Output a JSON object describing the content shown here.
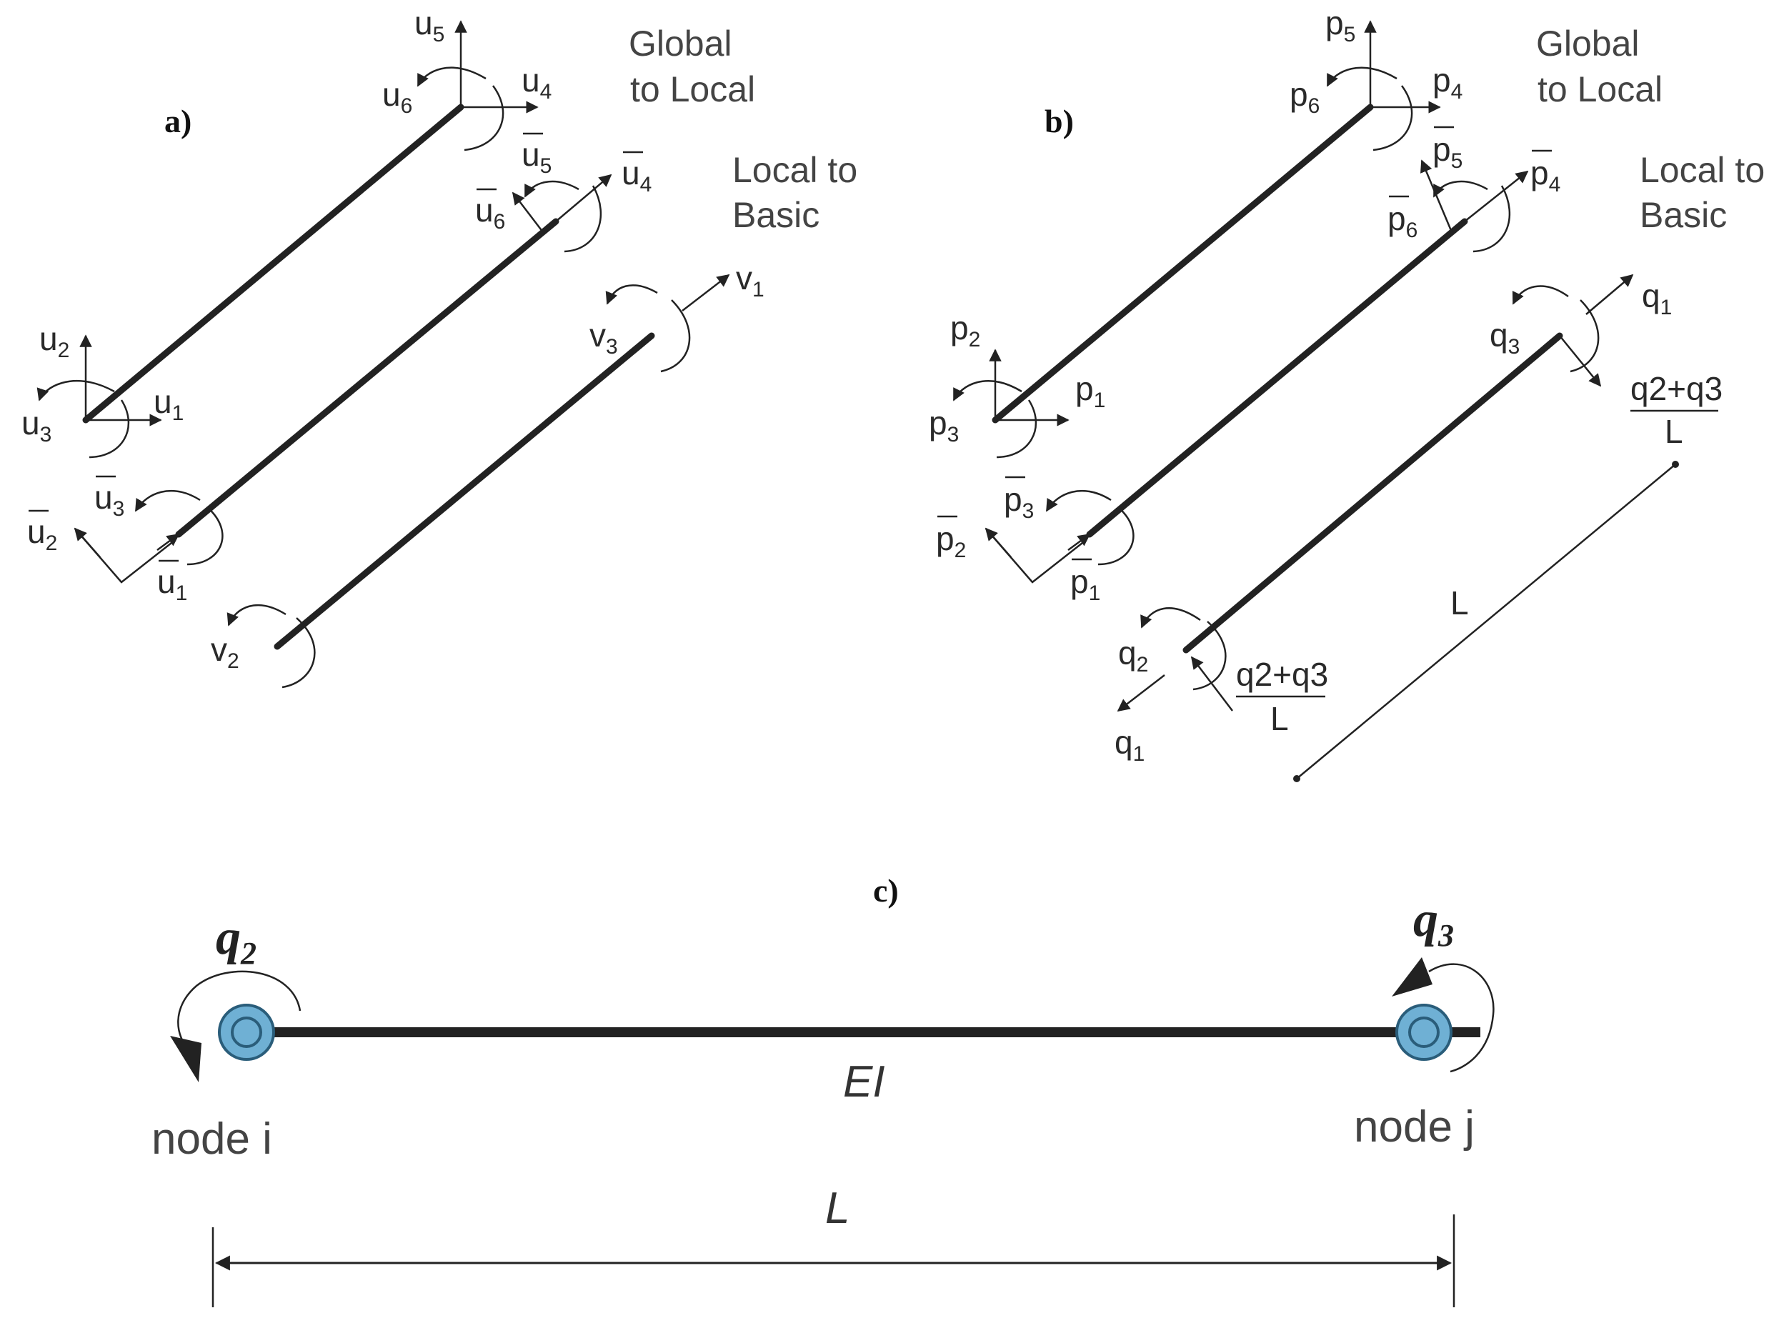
{
  "panels": {
    "a": {
      "label": "a)",
      "title_global": [
        "Global",
        "to Local"
      ],
      "title_basic": [
        "Local to",
        "Basic"
      ],
      "global_dofs": [
        {
          "sym": "u",
          "sub": "1",
          "bar": false
        },
        {
          "sym": "u",
          "sub": "2",
          "bar": false
        },
        {
          "sym": "u",
          "sub": "3",
          "bar": false
        },
        {
          "sym": "u",
          "sub": "4",
          "bar": false
        },
        {
          "sym": "u",
          "sub": "5",
          "bar": false
        },
        {
          "sym": "u",
          "sub": "6",
          "bar": false
        }
      ],
      "local_dofs": [
        {
          "sym": "u",
          "sub": "1",
          "bar": true
        },
        {
          "sym": "u",
          "sub": "2",
          "bar": true
        },
        {
          "sym": "u",
          "sub": "3",
          "bar": true
        },
        {
          "sym": "u",
          "sub": "4",
          "bar": true
        },
        {
          "sym": "u",
          "sub": "5",
          "bar": true
        },
        {
          "sym": "u",
          "sub": "6",
          "bar": true
        }
      ],
      "basic_dofs": [
        {
          "sym": "v",
          "sub": "1",
          "bar": false
        },
        {
          "sym": "v",
          "sub": "2",
          "bar": false
        },
        {
          "sym": "v",
          "sub": "3",
          "bar": false
        }
      ]
    },
    "b": {
      "label": "b)",
      "title_global": [
        "Global",
        "to Local"
      ],
      "title_basic": [
        "Local to",
        "Basic"
      ],
      "global_dofs": [
        {
          "sym": "p",
          "sub": "1",
          "bar": false
        },
        {
          "sym": "p",
          "sub": "2",
          "bar": false
        },
        {
          "sym": "p",
          "sub": "3",
          "bar": false
        },
        {
          "sym": "p",
          "sub": "4",
          "bar": false
        },
        {
          "sym": "p",
          "sub": "5",
          "bar": false
        },
        {
          "sym": "p",
          "sub": "6",
          "bar": false
        }
      ],
      "local_dofs": [
        {
          "sym": "p",
          "sub": "1",
          "bar": true
        },
        {
          "sym": "p",
          "sub": "2",
          "bar": true
        },
        {
          "sym": "p",
          "sub": "3",
          "bar": true
        },
        {
          "sym": "p",
          "sub": "4",
          "bar": true
        },
        {
          "sym": "p",
          "sub": "5",
          "bar": true
        },
        {
          "sym": "p",
          "sub": "6",
          "bar": true
        }
      ],
      "basic_dofs": [
        {
          "sym": "q",
          "sub": "1",
          "bar": false
        },
        {
          "sym": "q",
          "sub": "2",
          "bar": false
        },
        {
          "sym": "q",
          "sub": "3",
          "bar": false
        },
        {
          "sym": "q",
          "sub": "1",
          "bar": false
        }
      ],
      "shear_fraction": {
        "numerator": "q2+q3",
        "denominator": "L"
      },
      "length_label": "L"
    },
    "c": {
      "label": "c)",
      "moment_i": {
        "sym": "q",
        "sub": "2"
      },
      "moment_j": {
        "sym": "q",
        "sub": "3"
      },
      "stiffness_label": "EI",
      "node_i_label": "node i",
      "node_j_label": "node j",
      "length_label": "L",
      "colors": {
        "node_fill": "#6fb0d4",
        "node_stroke": "#2a5d7a",
        "member": "#222222"
      }
    }
  }
}
